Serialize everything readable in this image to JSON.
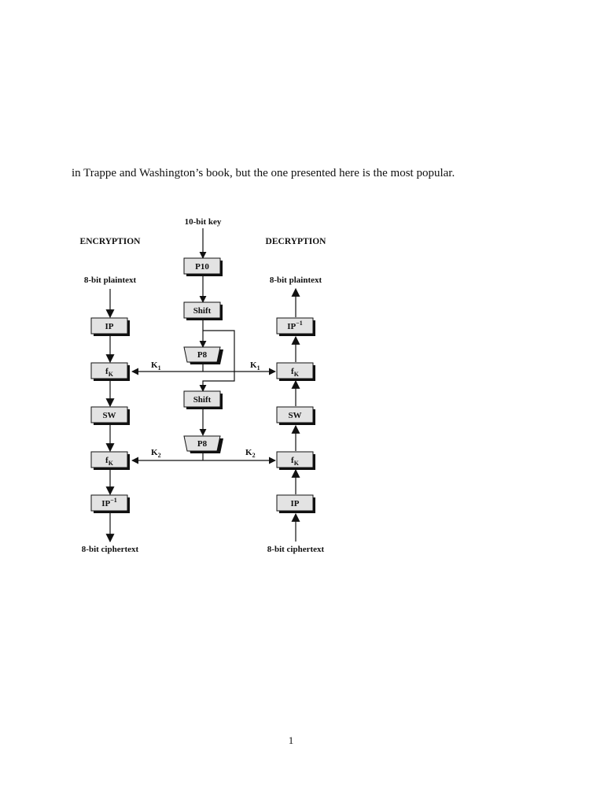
{
  "document": {
    "body_text": "in Trappe and Washington’s book, but the one presented here is the most popular.",
    "page_number": "1"
  },
  "diagram": {
    "key_label": "10-bit key",
    "encryption_heading": "ENCRYPTION",
    "decryption_heading": "DECRYPTION",
    "enc_input": "8-bit plaintext",
    "enc_output": "8-bit ciphertext",
    "dec_input": "8-bit ciphertext",
    "dec_output": "8-bit plaintext",
    "key_boxes": {
      "p10": "P10",
      "shift1": "Shift",
      "p8_1": "P8",
      "shift2": "Shift",
      "p8_2": "P8"
    },
    "enc_boxes": {
      "ip": "IP",
      "fk1": "f",
      "sw": "SW",
      "fk2": "f",
      "ip_inv": "IP"
    },
    "dec_boxes": {
      "ip_inv": "IP",
      "fk1": "f",
      "sw": "SW",
      "fk2": "f",
      "ip": "IP"
    },
    "fk_subscript": "K",
    "inverse_superscript": "−1",
    "subkeys": {
      "k1": "K",
      "k1_sub": "1",
      "k2": "K",
      "k2_sub": "2"
    }
  }
}
